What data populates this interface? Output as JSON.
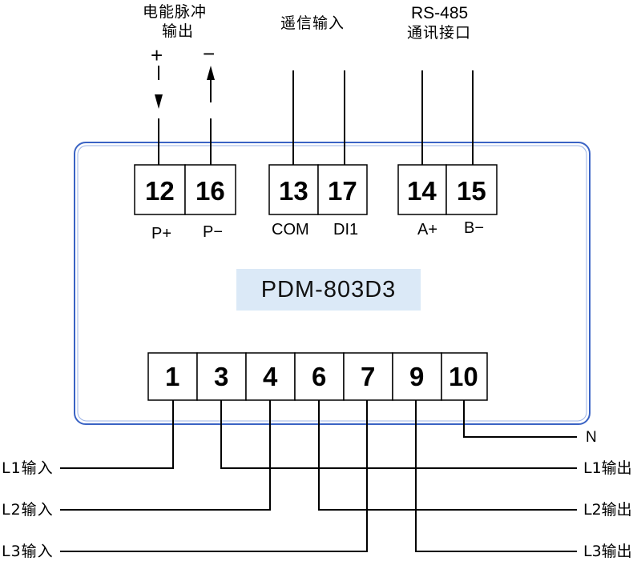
{
  "top_groups": {
    "pulse": {
      "line1": "电能脉冲",
      "line2": "输出",
      "plus": "+",
      "minus": "−"
    },
    "remote": {
      "line1": "遥信输入"
    },
    "rs485": {
      "line1": "RS-485",
      "line2": "通讯接口"
    }
  },
  "top_terminals": [
    {
      "num": "12",
      "label": "P+"
    },
    {
      "num": "16",
      "label": "P−"
    },
    {
      "num": "13",
      "label": "COM"
    },
    {
      "num": "17",
      "label": "DI1"
    },
    {
      "num": "14",
      "label": "A+"
    },
    {
      "num": "15",
      "label": "B−"
    }
  ],
  "model": "PDM-803D3",
  "bottom_terminals": [
    "1",
    "3",
    "4",
    "6",
    "7",
    "9",
    "10"
  ],
  "wire_labels": {
    "n": "N",
    "l1_in": "L1输入",
    "l2_in": "L2输入",
    "l3_in": "L3输入",
    "l1_out": "L1输出",
    "l2_out": "L2输出",
    "l3_out": "L3输出"
  },
  "colors": {
    "panel_border": "#3a63c4",
    "model_bg": "#dbe9f7",
    "line": "#000000"
  }
}
